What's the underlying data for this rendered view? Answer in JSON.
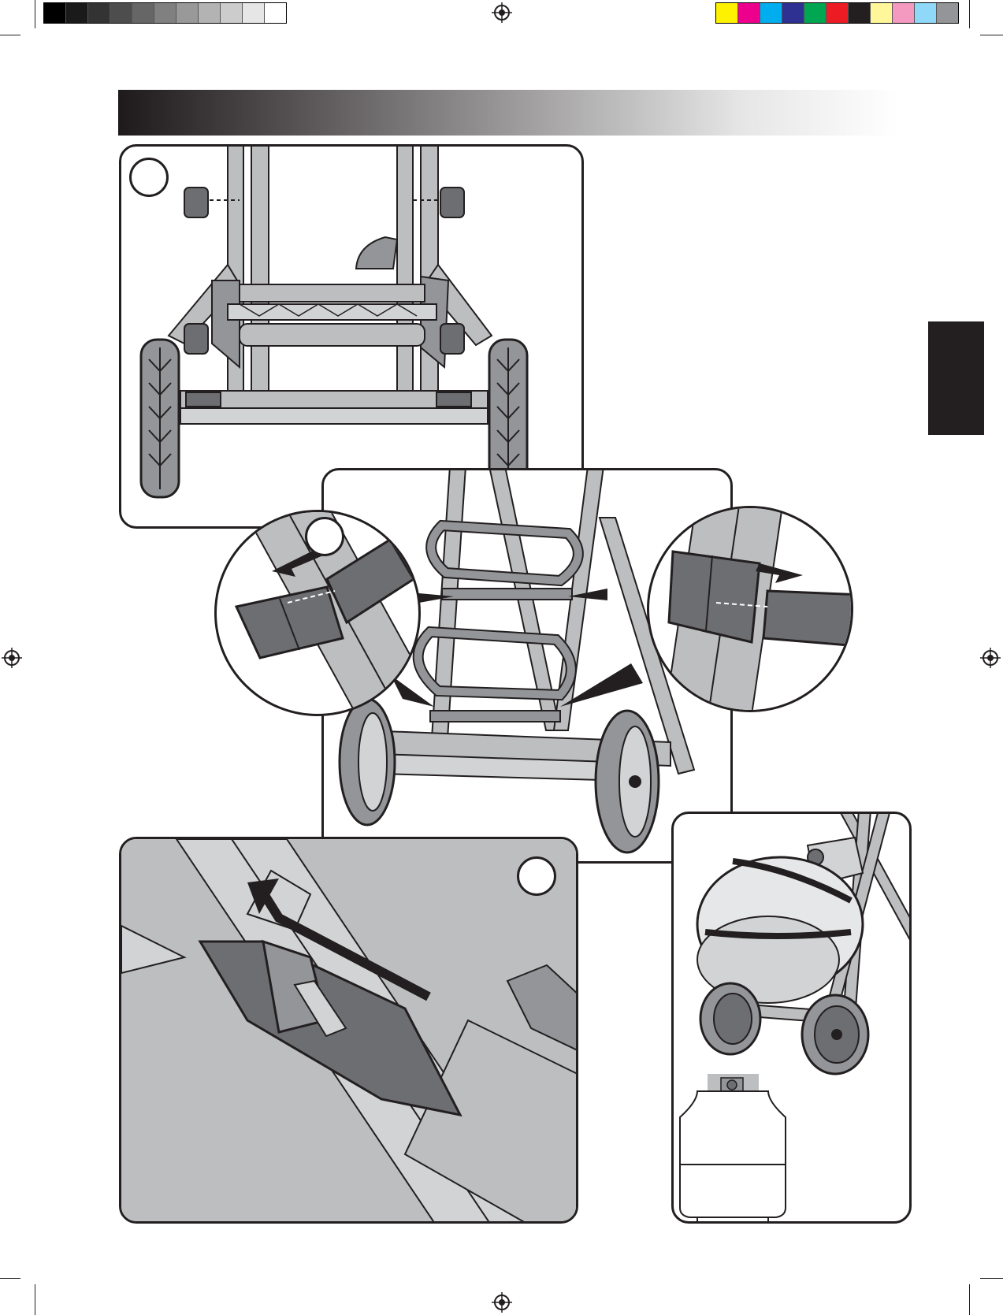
{
  "page": {
    "grayscale_swatches": [
      "#000000",
      "#1a1a1a",
      "#333333",
      "#4d4d4d",
      "#666666",
      "#808080",
      "#999999",
      "#b3b3b3",
      "#cccccc",
      "#e6e6e6",
      "#ffffff"
    ],
    "color_swatches": [
      "#fff200",
      "#ec008c",
      "#00aeef",
      "#2e3192",
      "#00a651",
      "#ed1c24",
      "#231f20",
      "#fff799",
      "#f49ac1",
      "#8fd8f8",
      "#939598"
    ],
    "colors": {
      "ink": "#231f20",
      "metal_light": "#bcbec0",
      "metal_mid": "#939598",
      "metal_dark": "#6d6e71",
      "accent_dark": "#414042"
    }
  },
  "figures": {
    "step_1": {
      "icon": "grill-cart-frame-with-clips-illustration"
    },
    "step_2": {
      "icon": "tank-strap-installation-illustration"
    },
    "step_3": {
      "icon": "tank-holder-plate-insertion-illustration"
    },
    "result": {
      "icon": "mounted-propane-tank-illustration"
    },
    "tank": {
      "icon": "propane-tank-illustration"
    }
  }
}
